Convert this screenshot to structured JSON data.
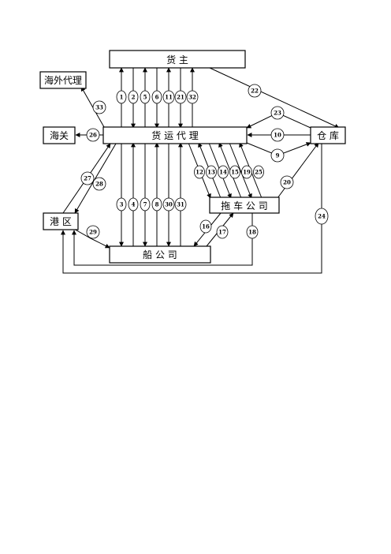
{
  "diagram": {
    "nodes": {
      "cargo_owner": "货  主",
      "overseas_agent": "海外代理",
      "customs": "海关",
      "forwarder": "货 运 代 理",
      "warehouse": "仓 库",
      "port_area": "港 区",
      "trucking": "拖 车 公 司",
      "shipping": "船 公 司"
    },
    "steps": [
      "1",
      "2",
      "5",
      "6",
      "11",
      "21",
      "32",
      "22",
      "23",
      "10",
      "9",
      "33",
      "26",
      "12",
      "13",
      "14",
      "15",
      "19",
      "25",
      "20",
      "27",
      "28",
      "3",
      "4",
      "7",
      "8",
      "30",
      "31",
      "24",
      "16",
      "17",
      "18",
      "29"
    ]
  }
}
